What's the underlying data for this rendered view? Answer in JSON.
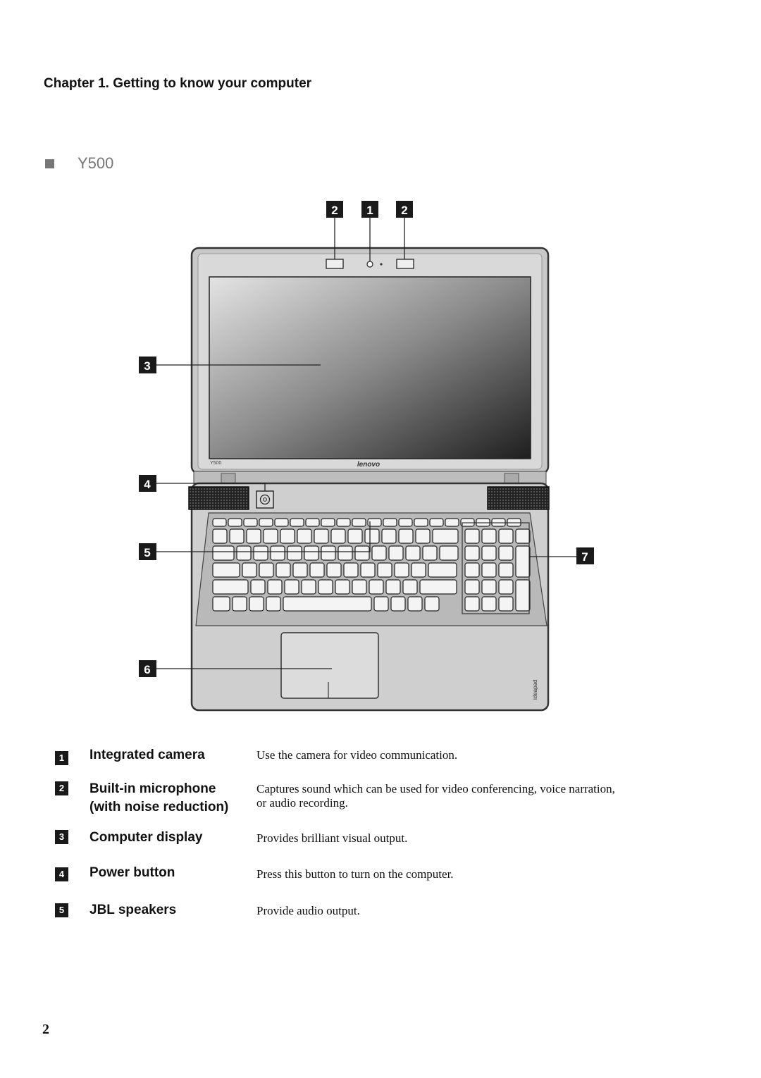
{
  "header": {
    "chapter_title": "Chapter 1. Getting to know your computer",
    "model_heading": "Y500"
  },
  "figure": {
    "callouts": [
      "2",
      "1",
      "2",
      "3",
      "4",
      "5",
      "6",
      "7"
    ],
    "bezel_model_text": "Y500",
    "brand_logo_text": "lenovo",
    "palmrest_logo_text": "ideapad"
  },
  "legend": [
    {
      "number": "1",
      "term": "Integrated camera",
      "description": "Use the camera for video communication."
    },
    {
      "number": "2",
      "term": "Built-in microphone",
      "term_line2": "(with noise reduction)",
      "description": "Captures sound which can be used for video conferencing, voice narration,",
      "description_line2": "or audio recording."
    },
    {
      "number": "3",
      "term": "Computer display",
      "description": "Provides brilliant visual output."
    },
    {
      "number": "4",
      "term": "Power button",
      "description": "Press this button to turn on the computer."
    },
    {
      "number": "5",
      "term": "JBL speakers",
      "description": "Provide audio output."
    }
  ],
  "footer": {
    "page_number": "2"
  },
  "colors": {
    "callout_bg": "#1a1a1a",
    "laptop_body": "#d4d4d4",
    "heading_gray": "#777777"
  }
}
